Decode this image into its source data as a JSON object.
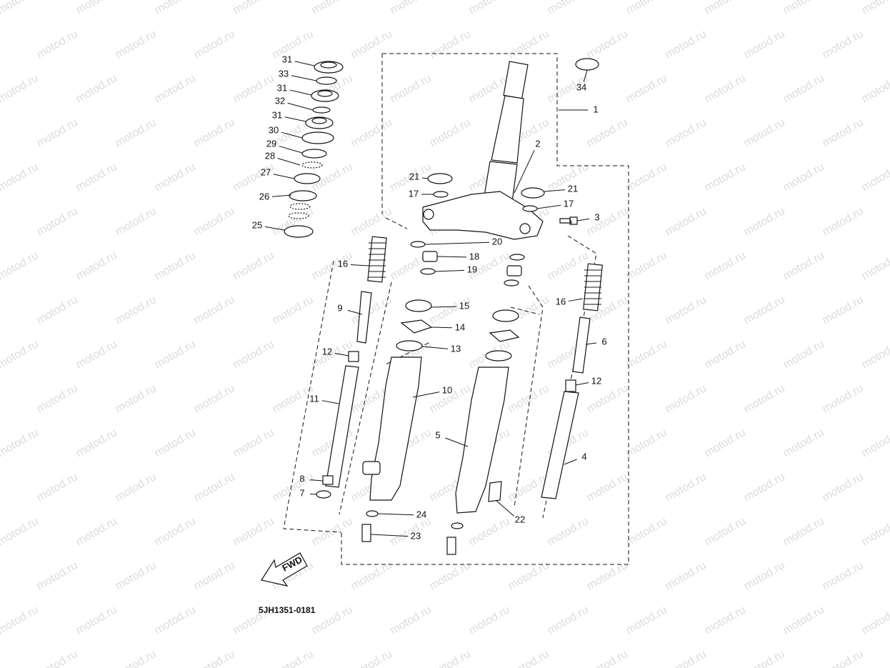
{
  "watermark": "motod.ru",
  "diagram_code": "5JH1351-0181",
  "direction_label": "FWD",
  "callouts": [
    "1",
    "2",
    "3",
    "4",
    "5",
    "6",
    "7",
    "8",
    "9",
    "10",
    "11",
    "12",
    "12",
    "13",
    "14",
    "15",
    "16",
    "16",
    "17",
    "17",
    "18",
    "19",
    "20",
    "21",
    "21",
    "22",
    "23",
    "24",
    "25",
    "26",
    "27",
    "28",
    "29",
    "30",
    "31",
    "31",
    "31",
    "32",
    "33",
    "34"
  ]
}
